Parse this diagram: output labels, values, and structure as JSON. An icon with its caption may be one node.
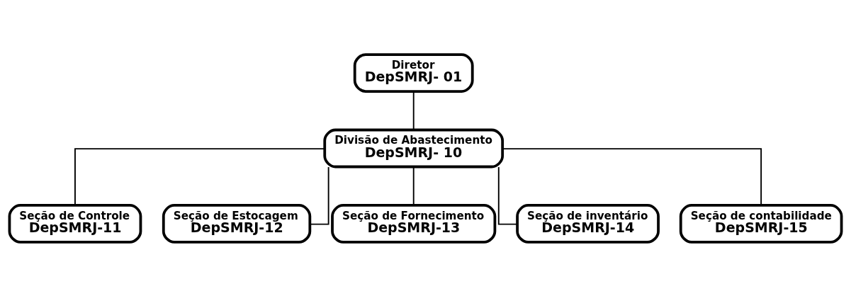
{
  "diagram": {
    "nodes": [
      {
        "text": [
          "Diretor",
          "DepSMRJ- 01"
        ]
      },
      {
        "text": [
          "Divisão de Abastecimento",
          "DepSMRJ- 10"
        ]
      },
      {
        "text": [
          "Seção de Controle",
          "DepSMRJ-11"
        ]
      },
      {
        "text": [
          "Seção de Estocagem",
          "DepSMRJ-12"
        ]
      },
      {
        "text": [
          "Seção de Fornecimento",
          "DepSMRJ-13"
        ]
      },
      {
        "text": [
          "Seção de inventário",
          "DepSMRJ-14"
        ]
      },
      {
        "text": [
          "Seção de contabilidade",
          "DepSMRJ-15"
        ]
      }
    ],
    "edges": [
      {
        "from": 0,
        "to": 1,
        "arrow": "none"
      },
      {
        "from": 1,
        "to": 2,
        "arrow": "none"
      },
      {
        "from": 1,
        "to": 3,
        "arrow": "none"
      },
      {
        "from": 1,
        "to": 4,
        "arrow": "none"
      },
      {
        "from": 1,
        "to": 5,
        "arrow": "none"
      },
      {
        "from": 1,
        "to": 6,
        "arrow": "none"
      }
    ]
  }
}
